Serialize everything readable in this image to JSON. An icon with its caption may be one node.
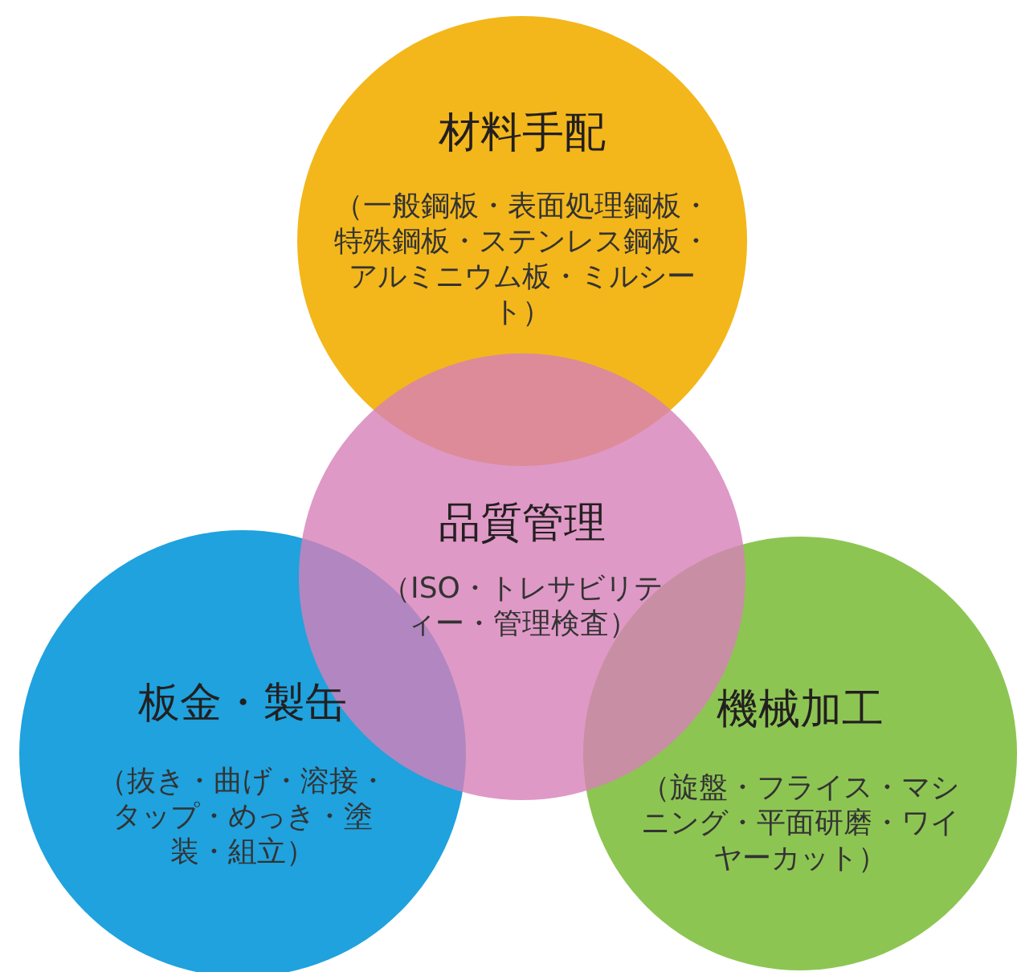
{
  "diagram": {
    "nodes": [
      {
        "text": [
          "材料手配",
          "（一般鋼板・表面処理鋼板・特殊鋼板・ステンレス鋼板・アルミニウム板・ミルシート）"
        ]
      },
      {
        "text": [
          "板金・製缶",
          "（抜き・曲げ・溶接・タップ・めっき・塗装・組立）"
        ]
      },
      {
        "text": [
          "品質管理",
          "（ISO・トレサビリティー・管理検査）"
        ]
      },
      {
        "text": [
          "機械加工",
          "（旋盤・フライス・マシニング・平面研磨・ワイヤーカット）"
        ]
      }
    ],
    "edges": []
  }
}
